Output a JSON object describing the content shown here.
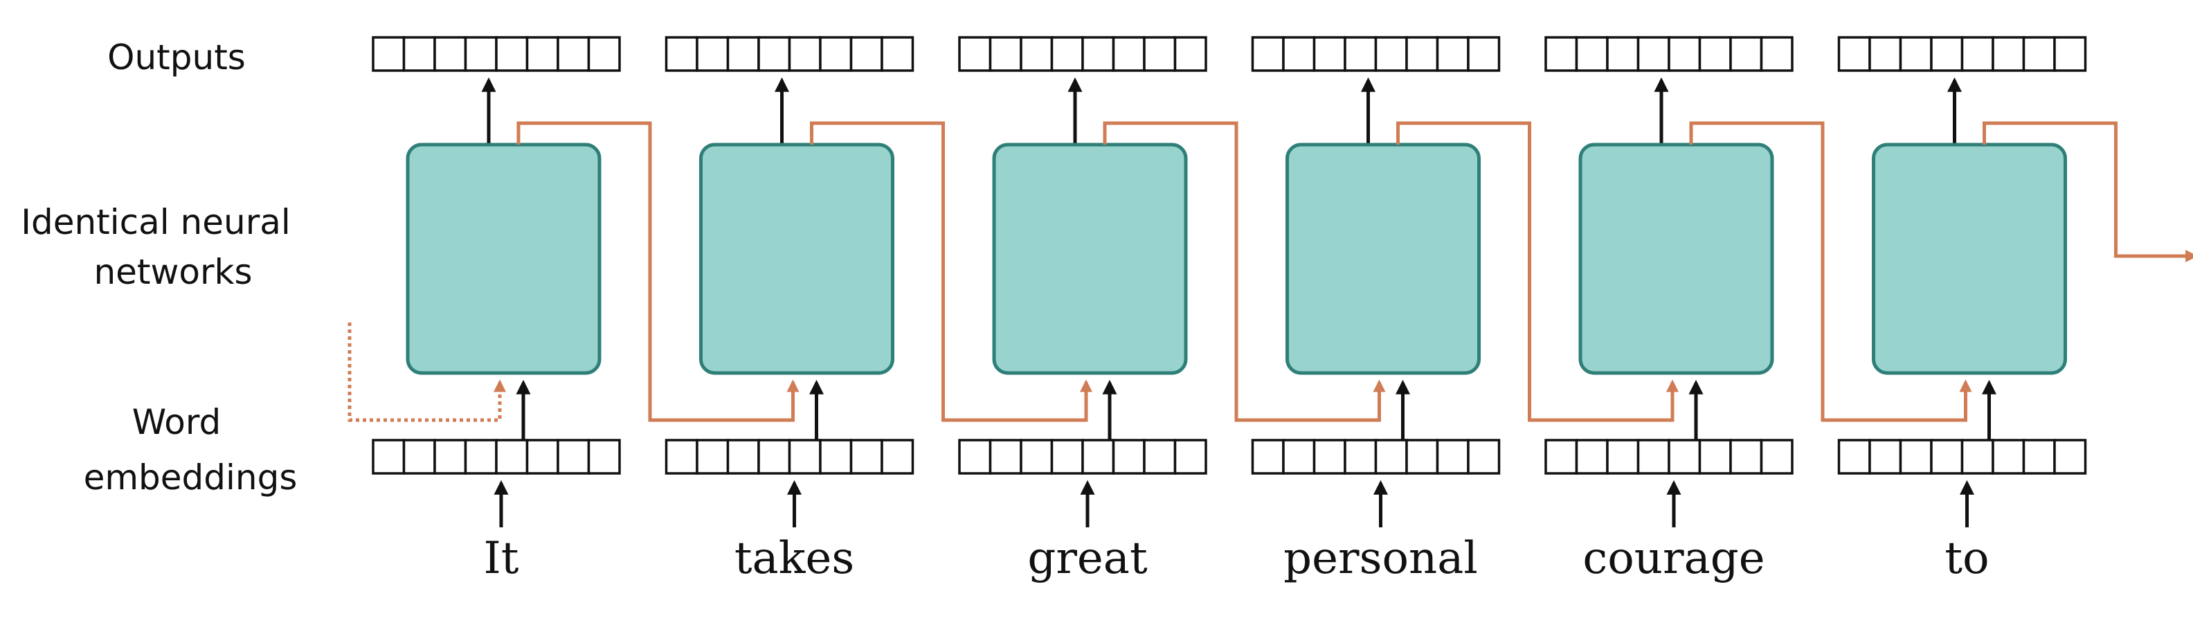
{
  "row_labels": {
    "outputs": "Outputs",
    "networks_line1": "Identical neural",
    "networks_line2": "networks",
    "embeddings_line1": "Word",
    "embeddings_line2": "embeddings"
  },
  "words": [
    "It",
    "takes",
    "great",
    "personal",
    "courage",
    "to"
  ],
  "colors": {
    "network_fill": "#98d3cd",
    "network_border": "#2f7f79",
    "recurrent_arrow": "#d07c55",
    "arrow": "#111111"
  }
}
